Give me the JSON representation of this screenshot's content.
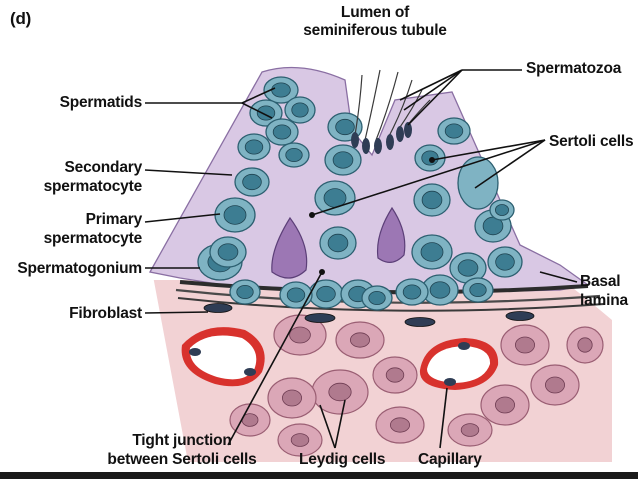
{
  "panel_letter": "(d)",
  "labels": {
    "lumen_line1": "Lumen of",
    "lumen_line2": "seminiferous tubule",
    "spermatozoa": "Spermatozoa",
    "spermatids": "Spermatids",
    "sertoli_cells": "Sertoli cells",
    "secondary_line1": "Secondary",
    "secondary_line2": "spermatocyte",
    "primary_line1": "Primary",
    "primary_line2": "spermatocyte",
    "spermatogonium": "Spermatogonium",
    "basal_line1": "Basal",
    "basal_line2": "lamina",
    "fibroblast": "Fibroblast",
    "tight_line1": "Tight junction",
    "tight_line2": "between Sertoli cells",
    "leydig": "Leydig cells",
    "capillary": "Capillary"
  },
  "colors": {
    "epithelium": "#d9c8e4",
    "germ_cell": "#7fb3c3",
    "germ_nucleus": "#3d7d92",
    "sertoli_nucleus": "#9c77b4",
    "connective": "#f2d2d4",
    "leydig": "#dba7b7",
    "vessel_wall": "#d8322d"
  }
}
